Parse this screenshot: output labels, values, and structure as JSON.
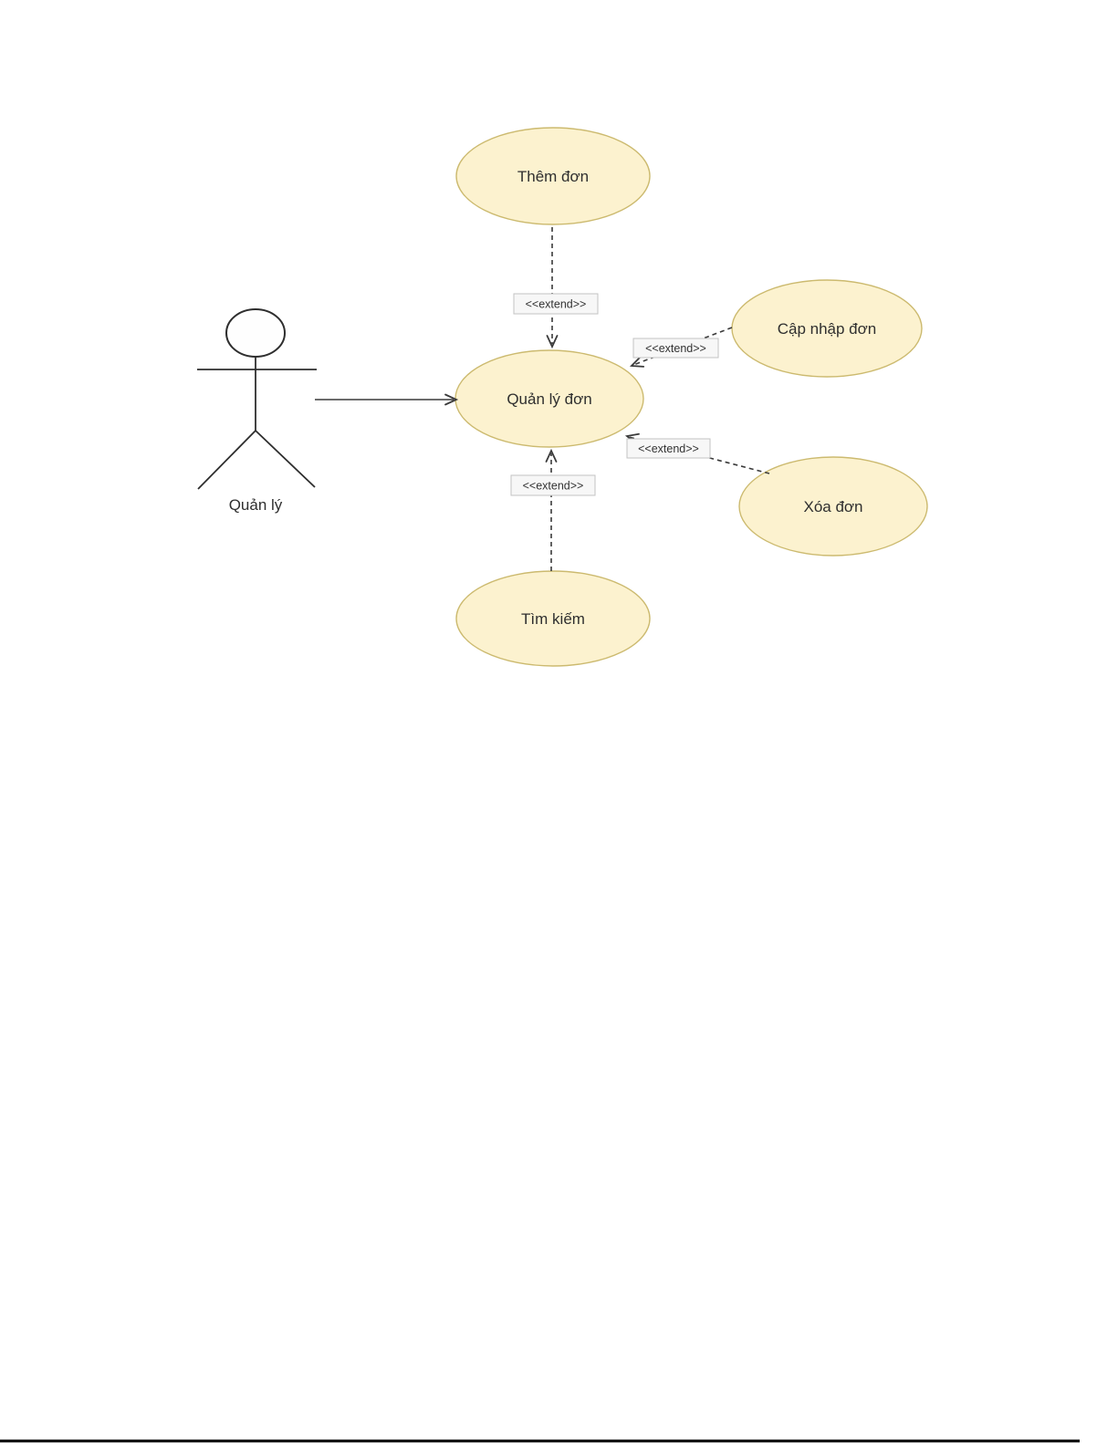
{
  "page": {
    "background_color": "#FFFFFF",
    "footer_rule_color": "#151515"
  },
  "diagram": {
    "actor": {
      "label": "Quản lý"
    },
    "use_cases": {
      "add": {
        "label": "Thêm đơn"
      },
      "update": {
        "label": "Cập nhập đơn"
      },
      "manage": {
        "label": "Quản lý đơn"
      },
      "delete": {
        "label": "Xóa đơn"
      },
      "search": {
        "label": "Tìm kiếm"
      }
    },
    "stereotype_label": "<<extend>>",
    "colors": {
      "usecase_fill": "#FCF2CF",
      "usecase_stroke": "#CCBA6F",
      "connector_color": "#3A3A3A",
      "stereotype_box_fill": "#F7F7F7",
      "stereotype_box_border": "#C3C3C3",
      "text_color": "#2F2F2F"
    }
  }
}
